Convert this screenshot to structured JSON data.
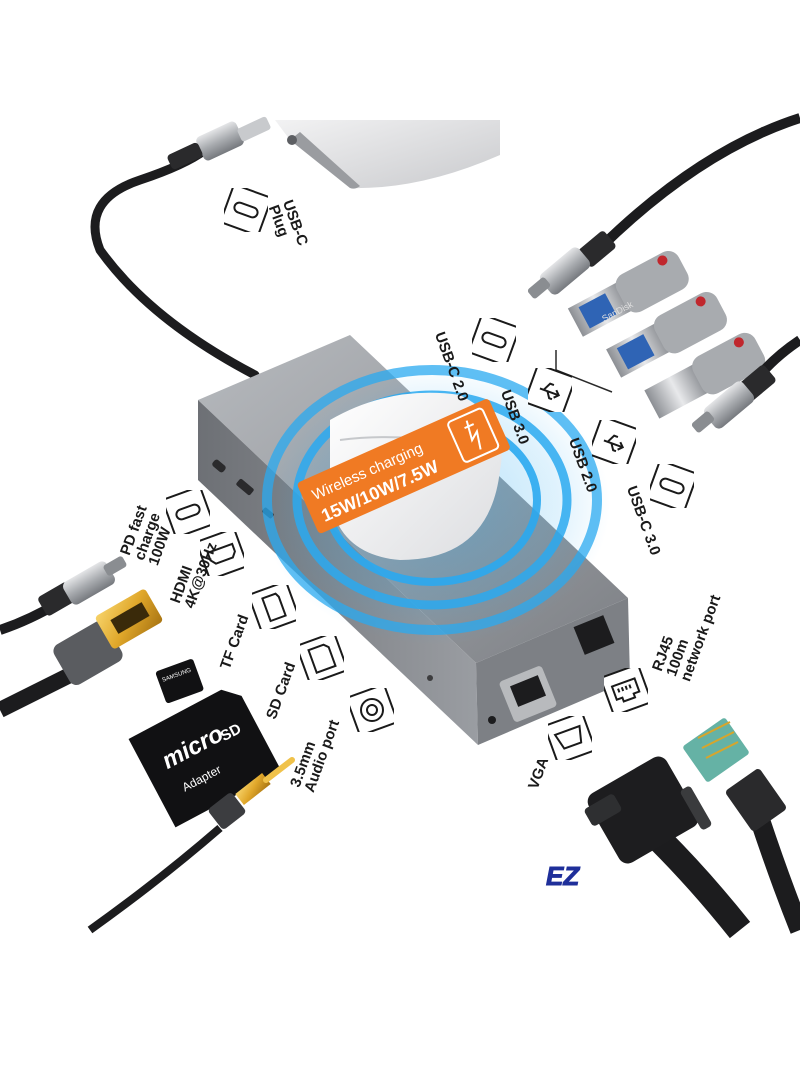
{
  "labels": {
    "usbc_plug": [
      "USB-C",
      "Plug"
    ],
    "usbc20": "USB-C 2.0",
    "usb30": "USB 3.0",
    "usb20": "USB 2.0",
    "usbc30": "USB-C 3.0",
    "pd": [
      "PD fast",
      "charge",
      "100W"
    ],
    "hdmi": [
      "HDMI",
      "4K@30Hz"
    ],
    "tf": "TF Card",
    "sd": "SD Card",
    "audio": [
      "3.5mm",
      "Audio port"
    ],
    "rj45": [
      "RJ45",
      "100m",
      "network port"
    ],
    "vga": "VGA"
  },
  "badge": {
    "title": "Wireless charging",
    "power": "15W/10W/7.5W"
  },
  "cards": {
    "tf_brand": "SAMSUNG",
    "micro": "micro",
    "sd_logo": "SD",
    "adapter": "Adapter"
  },
  "usb_stick_brand": "SanDisk",
  "logo": "EZ",
  "icons": [
    "usb-c-icon",
    "usb-icon",
    "hdmi-icon",
    "tf-card-icon",
    "sd-card-icon",
    "audio-jack-icon",
    "ethernet-icon",
    "vga-icon"
  ],
  "colors": {
    "badge_orange": "#f07a23",
    "glow_blue": "#2aa9f0",
    "hub_gray": "#8e9196"
  }
}
